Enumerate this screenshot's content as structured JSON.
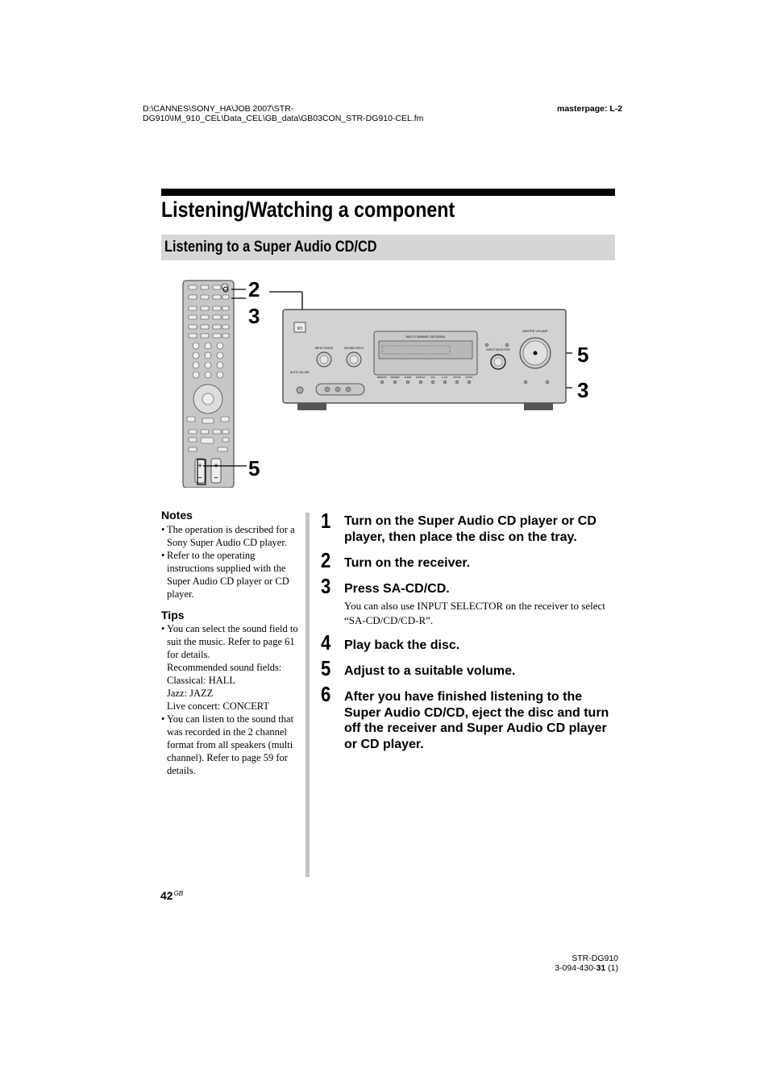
{
  "header": {
    "path": "D:\\CANNES\\SONY_HA\\JOB 2007\\STR-DG910\\IM_910_CEL\\Data_CEL\\GB_data\\GB03CON_STR-DG910-CEL.fm",
    "masterpage": "masterpage: L-2"
  },
  "title": "Listening/Watching a component",
  "subtitle": "Listening to a Super Audio CD/CD",
  "figure": {
    "callouts": [
      "2",
      "3",
      "5",
      "5",
      "3"
    ],
    "panel": {
      "power_label": "I/⏻",
      "display_brand": "MULTI CHANNEL DECODING",
      "knob_left_label": "INPUT MODE",
      "knob_right_label": "SOUND FIELD",
      "volume_label": "MASTER VOLUME",
      "input_selector_label": "INPUT SELECTOR",
      "auto_cal_label": "AUTO CAL MIC",
      "button_labels": [
        "MEMORY",
        "DIMMER",
        "SLEEP",
        "DISPLAY",
        "2CH",
        "A.F.D.",
        "MOVIE",
        "MUSIC"
      ]
    }
  },
  "notes": {
    "title": "Notes",
    "items": [
      [
        "The operation is described for a",
        "Sony Super Audio CD player."
      ],
      [
        "Refer to the operating",
        "instructions supplied with the",
        "Super Audio CD player or CD",
        "player."
      ]
    ]
  },
  "tips": {
    "title": "Tips",
    "items": [
      [
        "You can select the sound field to",
        "suit the music. Refer to page 61",
        "for details.",
        "Recommended sound fields:",
        "Classical: HALL",
        "Jazz: JAZZ",
        "Live concert: CONCERT"
      ],
      [
        "You can listen to the sound that",
        "was recorded in the 2 channel",
        "format from all speakers (multi",
        "channel). Refer to page 59 for",
        "details."
      ]
    ]
  },
  "steps": [
    {
      "num": "1",
      "text": "Turn on the Super Audio CD player or CD player, then place the disc on the tray."
    },
    {
      "num": "2",
      "text": "Turn on the receiver."
    },
    {
      "num": "3",
      "text": "Press SA-CD/CD.",
      "note": "You can also use INPUT SELECTOR on the receiver to select “SA-CD/CD/CD-R”."
    },
    {
      "num": "4",
      "text": "Play back the disc."
    },
    {
      "num": "5",
      "text": "Adjust to a suitable volume."
    },
    {
      "num": "6",
      "text": "After you have finished listening to the Super Audio CD/CD, eject the disc and turn off the receiver and Super Audio CD player or CD player."
    }
  ],
  "page": {
    "number": "42",
    "suffix": "GB"
  },
  "footer": {
    "model": "STR-DG910",
    "code_prefix": "3-094-430-",
    "code_bold": "31",
    "code_suffix": " (1)"
  }
}
